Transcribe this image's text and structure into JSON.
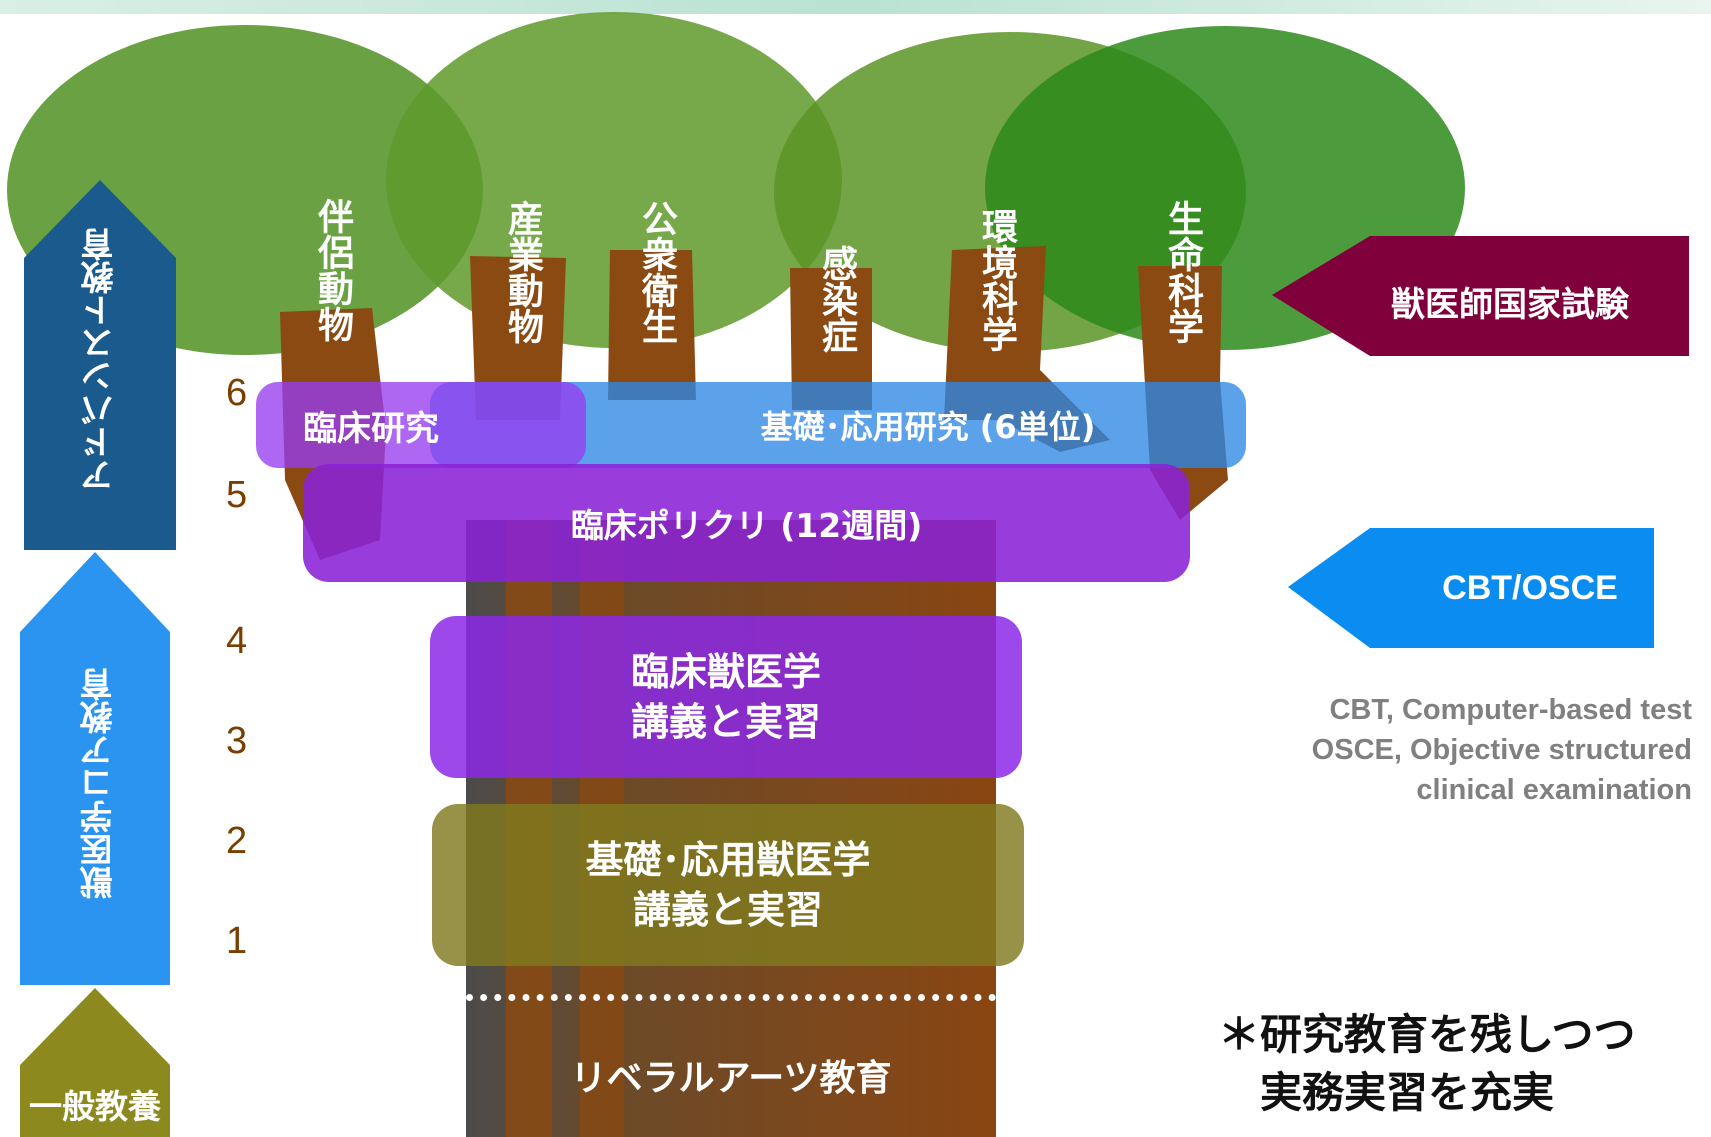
{
  "left_bars": {
    "advanced": "アドバンスト教育",
    "core": "獣医学コア教育",
    "general": "一般教養"
  },
  "branches": [
    "伴侶動物",
    "産業動物",
    "公衆衛生",
    "感染症",
    "環境科学",
    "生命科学"
  ],
  "years": [
    "6",
    "5",
    "4",
    "3",
    "2",
    "1"
  ],
  "stages": {
    "clinical_research": "臨床研究",
    "basic_research": "基礎･応用研究 (6単位)",
    "polyclinic": "臨床ポリクリ (12週間)",
    "clinical_vet": "臨床獣医学\n講義と実習",
    "basic_vet": "基礎･応用獣医学\n講義と実習",
    "liberal_arts": "リベラルアーツ教育"
  },
  "exams": {
    "national": "獣医師国家試験",
    "cbt": "CBT/OSCE"
  },
  "abbreviations": "CBT, Computer-based test\nOSCE, Objective structured\nclinical examination",
  "footnote": "＊研究教育を残しつつ\n　実務実習を充実",
  "colors": {
    "canopy": "#5a9a2a",
    "trunk": "#8a4a12",
    "advanced_bar": "#1b5a8c",
    "core_bar": "#2b93f0",
    "general_bar": "#8c8a1e",
    "purple": "#8a22d6",
    "olive": "#8a8a22",
    "national_exam": "#80003c",
    "cbt_exam": "#0a8cf0"
  }
}
